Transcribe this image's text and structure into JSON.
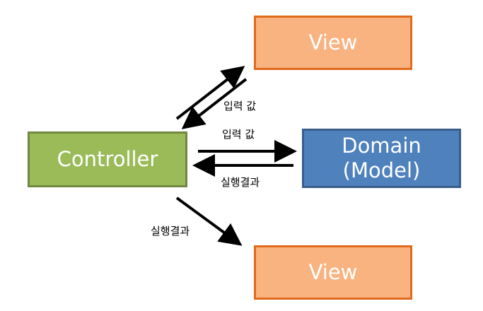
{
  "boxes": {
    "view_top": "View",
    "view_bottom": "View",
    "controller": "Controller",
    "domain_line1": "Domain",
    "domain_line2": "(Model)"
  },
  "labels": {
    "input_to_view": "입력 값",
    "input_to_domain": "입력 값",
    "result_from_domain": "실행결과",
    "result_to_view": "실행결과"
  },
  "colors": {
    "view_fill": "#f9b380",
    "view_border": "#e06b1d",
    "controller_fill": "#9bbb59",
    "controller_border": "#71893f",
    "domain_fill": "#4f81bd",
    "domain_border": "#385d8a",
    "arrow": "#000000"
  }
}
